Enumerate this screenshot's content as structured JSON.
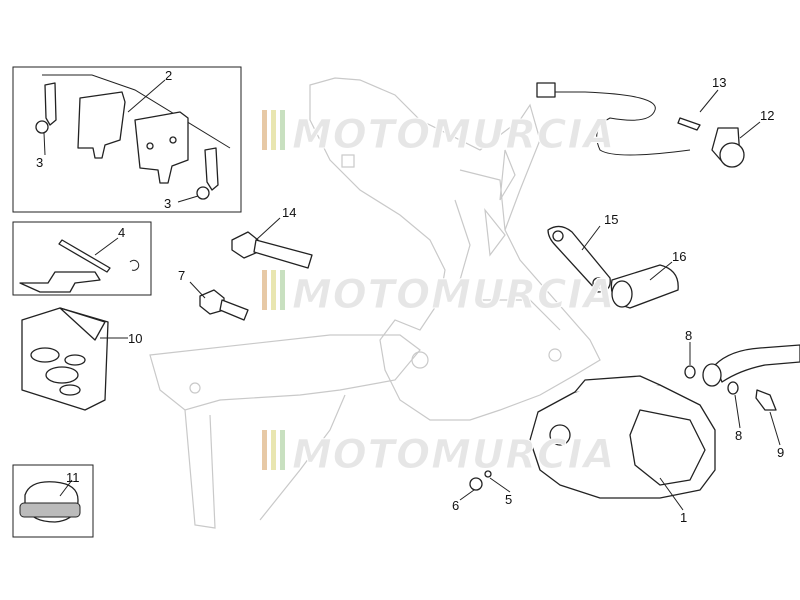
{
  "watermark": {
    "text": "MOTOMURCIA",
    "stripe_colors": [
      "#e7c9a6",
      "#e9e6b0",
      "#c8e0c0"
    ]
  },
  "callouts": {
    "c1": "1",
    "c2": "2",
    "c3a": "3",
    "c3b": "3",
    "c4": "4",
    "c5": "5",
    "c6": "6",
    "c7": "7",
    "c8a": "8",
    "c8b": "8",
    "c9": "9",
    "c10": "10",
    "c11": "11",
    "c12": "12",
    "c13": "13",
    "c14": "14",
    "c15": "15",
    "c16": "16"
  }
}
